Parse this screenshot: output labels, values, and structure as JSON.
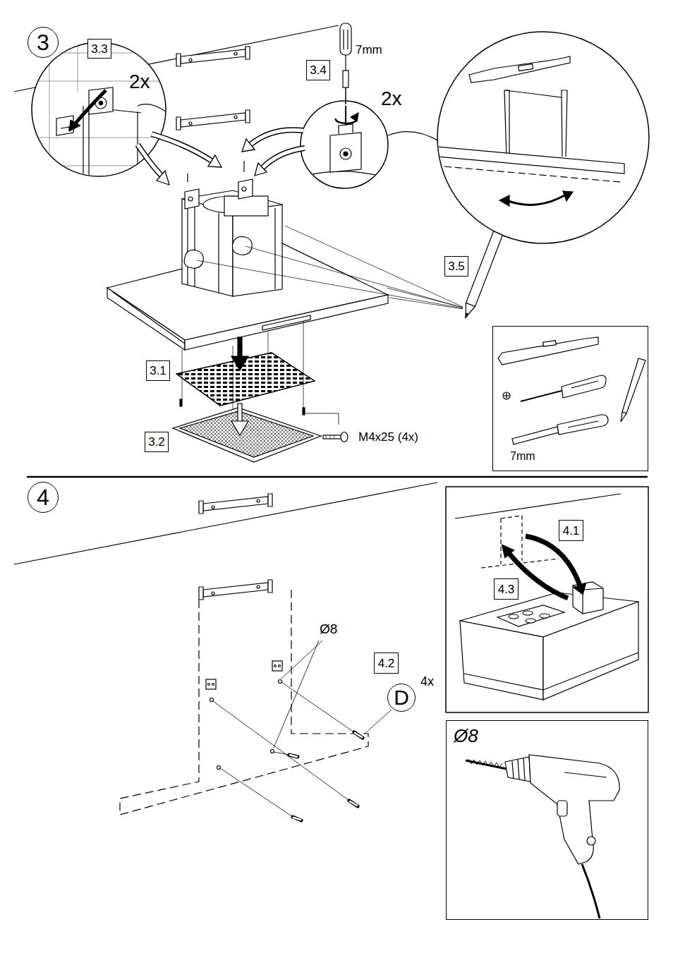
{
  "diagram": {
    "nodes": [
      {
        "text": [
          "3"
        ]
      },
      {
        "text": [
          "3.3"
        ]
      },
      {
        "text": [
          "3.4"
        ]
      },
      {
        "text": [
          "3.5"
        ]
      },
      {
        "text": [
          "7mm"
        ]
      },
      {
        "text": [
          "3.1"
        ]
      },
      {
        "text": [
          "3.2"
        ]
      },
      {
        "text": [
          "4"
        ]
      },
      {
        "text": [
          "4.1"
        ]
      },
      {
        "text": [
          "4.3"
        ]
      },
      {
        "text": [
          "4.2"
        ]
      },
      {
        "text": [
          "D"
        ]
      },
      {
        "text": [
          "Ø8"
        ]
      }
    ],
    "labels": [
      "2x",
      "7mm",
      "2x",
      "M4x25 (4x)",
      "Ø8",
      "4x"
    ]
  }
}
